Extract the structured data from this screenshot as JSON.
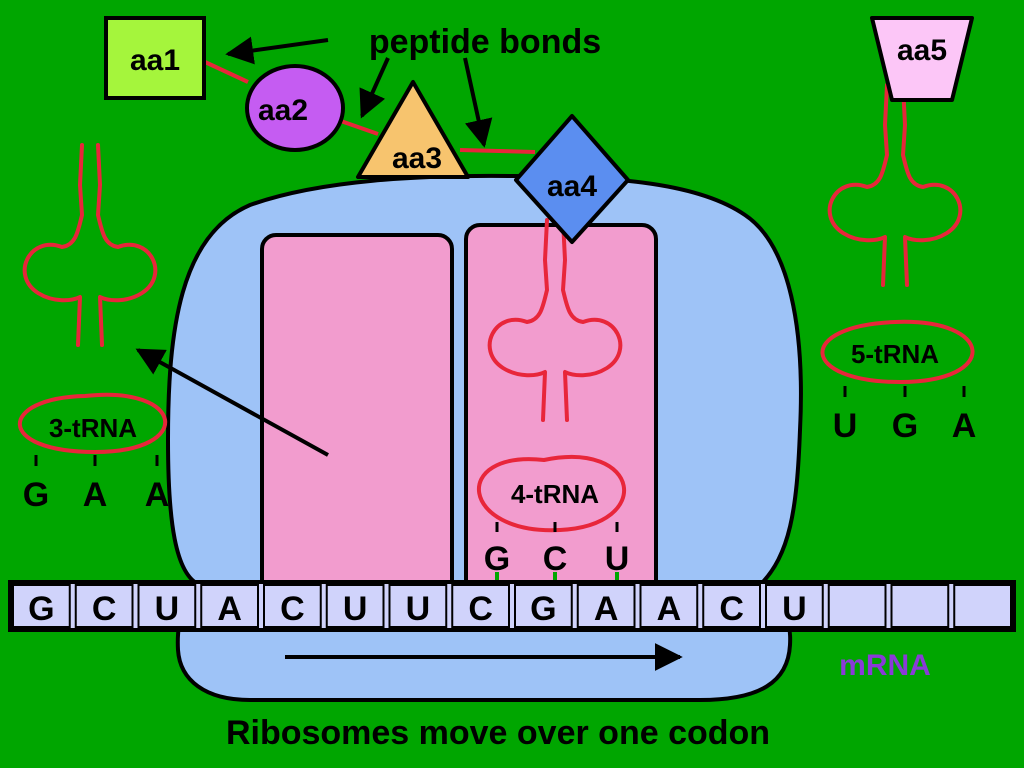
{
  "labels": {
    "peptide_bonds": "peptide bonds",
    "mrna": "mRNA",
    "caption": "Ribosomes move over one codon"
  },
  "amino_acids": [
    "aa1",
    "aa2",
    "aa3",
    "aa4",
    "aa5"
  ],
  "trnas": [
    {
      "name": "3-tRNA",
      "anticodon": [
        "G",
        "A",
        "A"
      ]
    },
    {
      "name": "4-tRNA",
      "anticodon": [
        "G",
        "C",
        "U"
      ]
    },
    {
      "name": "5-tRNA",
      "anticodon": [
        "U",
        "G",
        "A"
      ]
    }
  ],
  "mrna_bases": [
    "G",
    "C",
    "U",
    "A",
    "C",
    "U",
    "U",
    "C",
    "G",
    "A",
    "A",
    "C",
    "U",
    "",
    "",
    ""
  ],
  "colors": {
    "background": "#00a600",
    "ribosome": "#9ec3f7",
    "ribosome_site": "#f29cce",
    "trna": "#e8263a",
    "aa1": "#a5f53c",
    "aa2": "#c55cf2",
    "aa3": "#f7c46e",
    "aa4": "#5b8ef0",
    "aa5": "#fcc6f7",
    "mrna_cell": "#d0d3fb",
    "mrna_label": "#8a3ad8"
  }
}
